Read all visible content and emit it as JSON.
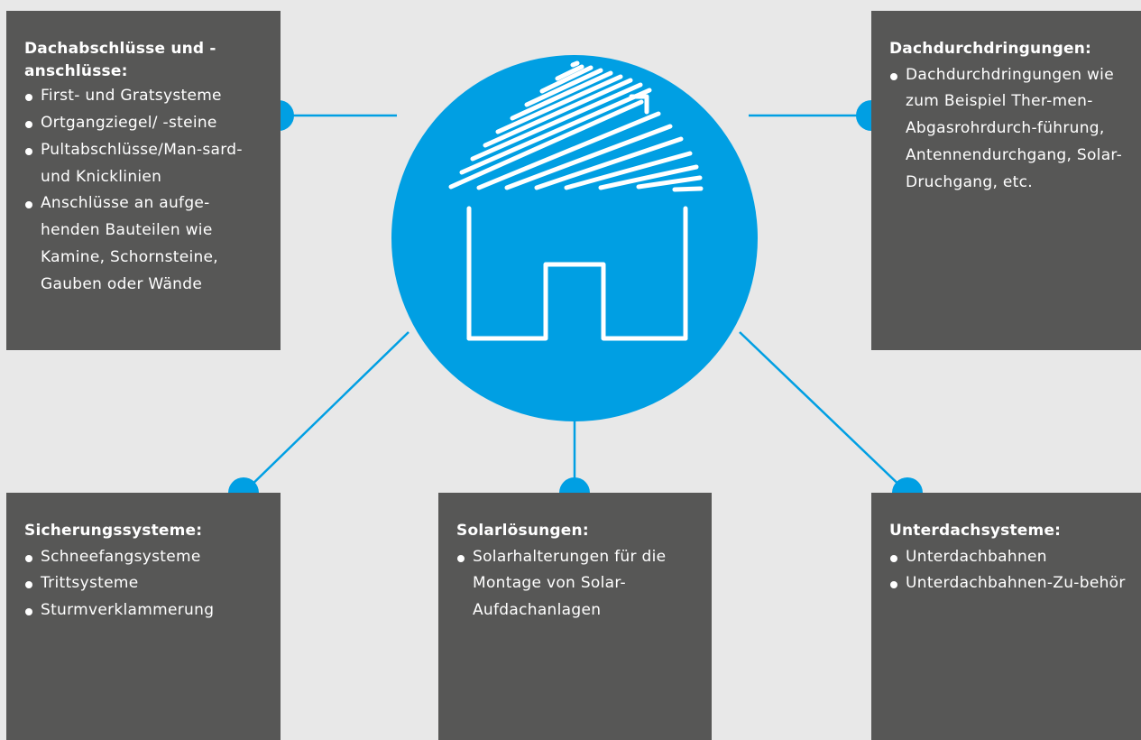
{
  "colors": {
    "background": "#e8e8e8",
    "box": "#575756",
    "accent": "#009fe3",
    "text": "#ffffff"
  },
  "center": {
    "icon": "house-icon"
  },
  "boxes": {
    "top_left": {
      "title": "Dachabschlüsse und -anschlüsse:",
      "items": [
        "First- und Gratsysteme",
        "Ortgangziegel/ -steine",
        "Pultabschlüsse/Man-sard- und Knicklinien",
        "Anschlüsse an aufge-henden Bauteilen wie Kamine, Schornsteine, Gauben oder Wände"
      ]
    },
    "top_right": {
      "title": "Dachdurchdringungen:",
      "items": [
        "Dachdurchdringungen wie zum Beispiel Ther-men-Abgasrohrdurch-führung, Antennendurchgang, Solar-Druchgang, etc."
      ]
    },
    "bottom_left": {
      "title": "Sicherungssysteme:",
      "items": [
        "Schneefangsysteme",
        "Trittsysteme",
        "Sturmverklammerung"
      ]
    },
    "bottom_center": {
      "title": "Solarlösungen:",
      "items": [
        "Solarhalterungen für die Montage von Solar-Aufdachanlagen"
      ]
    },
    "bottom_right": {
      "title": "Unterdachsysteme:",
      "items": [
        "Unterdachbahnen",
        "Unterdachbahnen-Zu-behör"
      ]
    }
  }
}
